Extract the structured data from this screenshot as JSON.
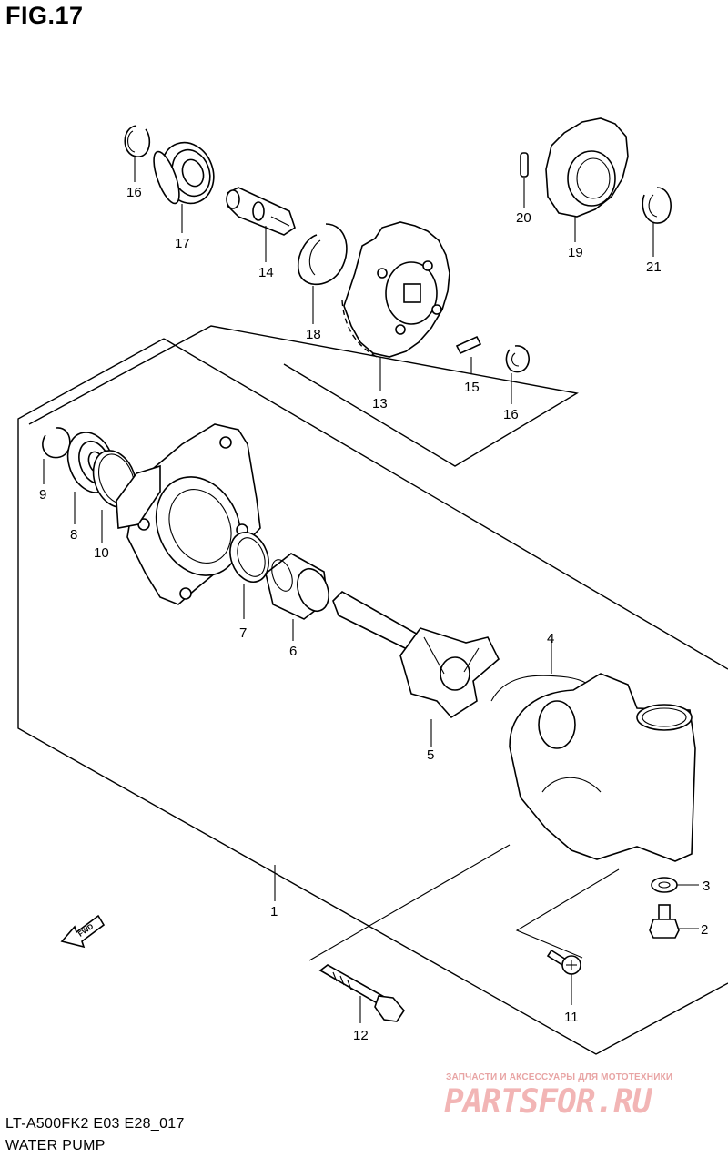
{
  "figure": {
    "title": "FIG.17",
    "model_code": "LT-A500FK2 E03 E28_017",
    "section_name": "WATER PUMP",
    "fwd_label": "FWD"
  },
  "callouts": [
    {
      "number": "1"
    },
    {
      "number": "2"
    },
    {
      "number": "3"
    },
    {
      "number": "4"
    },
    {
      "number": "5"
    },
    {
      "number": "6"
    },
    {
      "number": "7"
    },
    {
      "number": "8"
    },
    {
      "number": "9"
    },
    {
      "number": "10"
    },
    {
      "number": "11"
    },
    {
      "number": "12"
    },
    {
      "number": "13"
    },
    {
      "number": "14"
    },
    {
      "number": "15"
    },
    {
      "number": "16"
    },
    {
      "number": "16"
    },
    {
      "number": "17"
    },
    {
      "number": "18"
    },
    {
      "number": "19"
    },
    {
      "number": "20"
    },
    {
      "number": "21"
    }
  ],
  "watermark": {
    "tagline": "ЗАПЧАСТИ И АКСЕССУАРЫ ДЛЯ МОТОТЕХНИКИ",
    "brand": "PARTSFOR.RU"
  }
}
